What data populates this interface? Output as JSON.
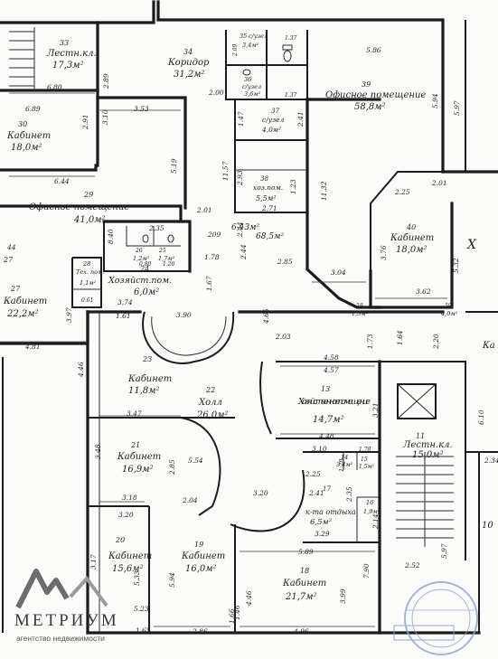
{
  "rooms": [
    {
      "id": "r33",
      "number": "33",
      "name": "Лестн.кл.",
      "area": "17,3м²"
    },
    {
      "id": "r34",
      "number": "34",
      "name": "Коридор",
      "area": "31,2м²"
    },
    {
      "id": "r35",
      "number": "35",
      "name": "с/узел",
      "area": "3,4м²"
    },
    {
      "id": "r36",
      "number": "36",
      "name": "с/узел",
      "area": "3,6м²"
    },
    {
      "id": "r37",
      "number": "37",
      "name": "с/узел",
      "area": "4,0м²"
    },
    {
      "id": "r38",
      "number": "38",
      "name": "хоз.пом.",
      "area": "5,5м²"
    },
    {
      "id": "r39",
      "number": "39",
      "name": "Офисное помещение",
      "area": "58,8м²"
    },
    {
      "id": "r30",
      "number": "30",
      "name": "Кабинет",
      "area": "18,0м²"
    },
    {
      "id": "r29",
      "number": "29",
      "name": "Офисное помещение",
      "area": "41,0м²"
    },
    {
      "id": "r40",
      "number": "40",
      "name": "Кабинет",
      "area": "18,0м²"
    },
    {
      "id": "r28",
      "number": "28",
      "name": "Тех. пом.",
      "area": "1,1м²"
    },
    {
      "id": "r24",
      "number": "24",
      "name": "Хозяйст.пом.",
      "area": "6,0м²"
    },
    {
      "id": "r25",
      "number": "25",
      "name": "",
      "area": "1,7м²"
    },
    {
      "id": "r26",
      "number": "26",
      "name": "",
      "area": "1,2м²"
    },
    {
      "id": "r27",
      "number": "27",
      "name": "Кабинет",
      "area": "22,2м²"
    },
    {
      "id": "r23",
      "number": "23",
      "name": "Кабинет",
      "area": "11,8м²"
    },
    {
      "id": "r22",
      "number": "22",
      "name": "Холл",
      "area": "26,0м²"
    },
    {
      "id": "r13",
      "number": "13",
      "name": "Хозяйственное помещение",
      "area": "14,7м²"
    },
    {
      "id": "r21",
      "number": "21",
      "name": "Кабинет",
      "area": "16,9м²"
    },
    {
      "id": "r11",
      "number": "11",
      "name": "Лестн.кл.",
      "area": "15,0м²"
    },
    {
      "id": "r14",
      "number": "14",
      "name": "",
      "area": "3,4м²"
    },
    {
      "id": "r15",
      "number": "15",
      "name": "",
      "area": "1,5м²"
    },
    {
      "id": "r16",
      "number": "16",
      "name": "",
      "area": "1,9м²"
    },
    {
      "id": "r17",
      "number": "17",
      "name": "к-та отдыха",
      "area": "6,5м²"
    },
    {
      "id": "r20",
      "number": "20",
      "name": "Кабинет",
      "area": "15,6м²"
    },
    {
      "id": "r19",
      "number": "19",
      "name": "Кабинет",
      "area": "16,0м²"
    },
    {
      "id": "r18",
      "number": "18",
      "name": "Кабинет",
      "area": "21,7м²"
    },
    {
      "id": "r58",
      "number": "58",
      "name": "",
      "area": "1,5м²"
    },
    {
      "id": "r59",
      "number": "59",
      "name": "",
      "area": "4,0м²"
    }
  ],
  "corridor_labels": {
    "num": "209",
    "area1": "6,43м²",
    "area2": "68,5м²",
    "x_mark": "Х"
  },
  "dimensions": {
    "d6_80": "6.80",
    "d2_89": "2.89",
    "d6_89": "6.89",
    "d2_91": "2.91",
    "d3_10": "3.10",
    "d3_53": "3.53",
    "d1_37a": "1.37",
    "d1_37b": "1.37",
    "d2_09": "2.09",
    "d2_00": "2.00",
    "d5_86": "5.86",
    "d5_94": "5.94",
    "d5_97": "5.97",
    "d1_47": "1.47",
    "d2_41": "2.41",
    "d11_57": "11.57",
    "d5_19": "5.19",
    "d6_44": "6.44",
    "d2_93": "2.93",
    "d1_23": "1.23",
    "d2_71": "2.71",
    "d11_32": "11.32",
    "d2_25": "2.25",
    "d2_01": "2.01",
    "d2_01b": "2.01",
    "d8_40": "8.40",
    "d2_35": "2.35",
    "d1_78": "1.78",
    "d2_44": "2.44",
    "d2_85": "2.85",
    "d3_76": "3.76",
    "d5_32": "5.32",
    "d3_04": "3.04",
    "d3_62": "3.62",
    "d0_80": "0.80",
    "d1_20": "1.20",
    "d3_74": "3.74",
    "d0_61": "0.61",
    "d1_67": "1.67",
    "d3_97": "3.97",
    "d1_61": "1.61",
    "d3_90": "3.90",
    "d4_65": "4.65",
    "d1_73": "1.73",
    "d1_64": "1.64",
    "d2_20": "2.20",
    "d4_81": "4.81",
    "d2_03": "2.03",
    "d4_46": "4.46",
    "d4_58": "4.58",
    "d4_57": "4.57",
    "d3_21": "3.21",
    "d3_47": "3.47",
    "d4_48": "4.48",
    "d3_10b": "3.10",
    "d1_78b": "1.78",
    "d3_48": "3.48",
    "d2_85b": "2.85",
    "d5_54": "5.54",
    "d1_28": "1.28",
    "d2_25b": "2.25",
    "d3_18": "3.18",
    "d2_04": "2.04",
    "d3_20": "3.20",
    "d2_41b": "2.41",
    "d2_35b": "2.35",
    "d2_14": "2.14",
    "d3_20b": "3.20",
    "d3_29": "3.29",
    "d5_89": "5.89",
    "d3_17": "3.17",
    "d5_33": "5.33",
    "d5_94b": "5.94",
    "d7_90": "7.90",
    "d2_52": "2.52",
    "d5_97b": "5.97",
    "d4_46b": "4.46",
    "d3_99": "3.99",
    "d1_66": "1.66",
    "d1_65": "1.65",
    "d2_86": "2.86",
    "d4_96": "4.96",
    "d5_23": "5.23",
    "d2_34": "2.34",
    "d6_10": "6.10",
    "d1_46": "1.46",
    "d2_44b": "2.44"
  },
  "partial_labels": {
    "k_edge": "Ка",
    "n10": "10",
    "n27_left": "27",
    "n44": "44"
  },
  "logo": {
    "name": "МЕТРИУМ",
    "subtitle": "агентство недвижимости"
  }
}
